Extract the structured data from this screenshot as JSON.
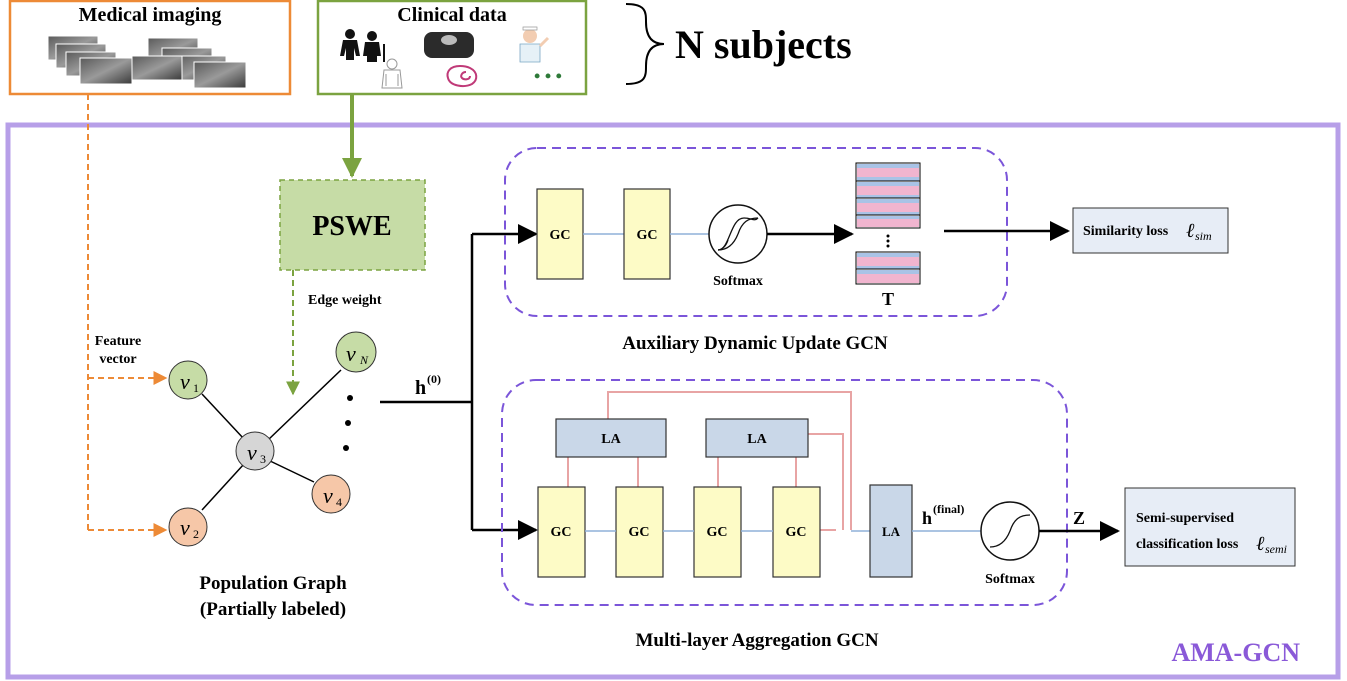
{
  "top": {
    "medical_imaging": "Medical imaging",
    "clinical_data": "Clinical data",
    "n_subjects": "N subjects",
    "ellipsis": "• • •"
  },
  "framework": {
    "name": "AMA-GCN",
    "pswe": "PSWE",
    "edge_weight": "Edge weight",
    "feature_vector_1": "Feature",
    "feature_vector_2": "vector",
    "h0": "h",
    "h0_sup": "(0)",
    "population_graph_1": "Population Graph",
    "population_graph_2": "(Partially labeled)"
  },
  "graph": {
    "nodes": [
      {
        "sym": "v",
        "sub": "1"
      },
      {
        "sym": "v",
        "sub": "2"
      },
      {
        "sym": "v",
        "sub": "3"
      },
      {
        "sym": "v",
        "sub": "4"
      },
      {
        "sym": "v",
        "sub": "N"
      }
    ]
  },
  "aux": {
    "title": "Auxiliary Dynamic Update GCN",
    "gc": "GC",
    "softmax": "Softmax",
    "t": "T",
    "loss_label": "Similarity loss",
    "loss_sym": "ℓ",
    "loss_sub": "sim"
  },
  "multi": {
    "title": "Multi-layer Aggregation GCN",
    "gc": "GC",
    "la": "LA",
    "h_final": "h",
    "h_final_sup": "(final)",
    "softmax": "Softmax",
    "z": "Z",
    "loss_label_1": "Semi-supervised",
    "loss_label_2": "classification loss",
    "loss_sym": "ℓ",
    "loss_sub": "semi"
  },
  "colors": {
    "purple": "#b79fe8",
    "orange": "#ed8a36",
    "green": "#7ba340",
    "gc_fill": "#fdfbc6",
    "la_fill": "#c9d7e8",
    "pink": "#e8a4a4",
    "blue_line": "#8fb0d9",
    "ama_text": "#8a59d8"
  }
}
